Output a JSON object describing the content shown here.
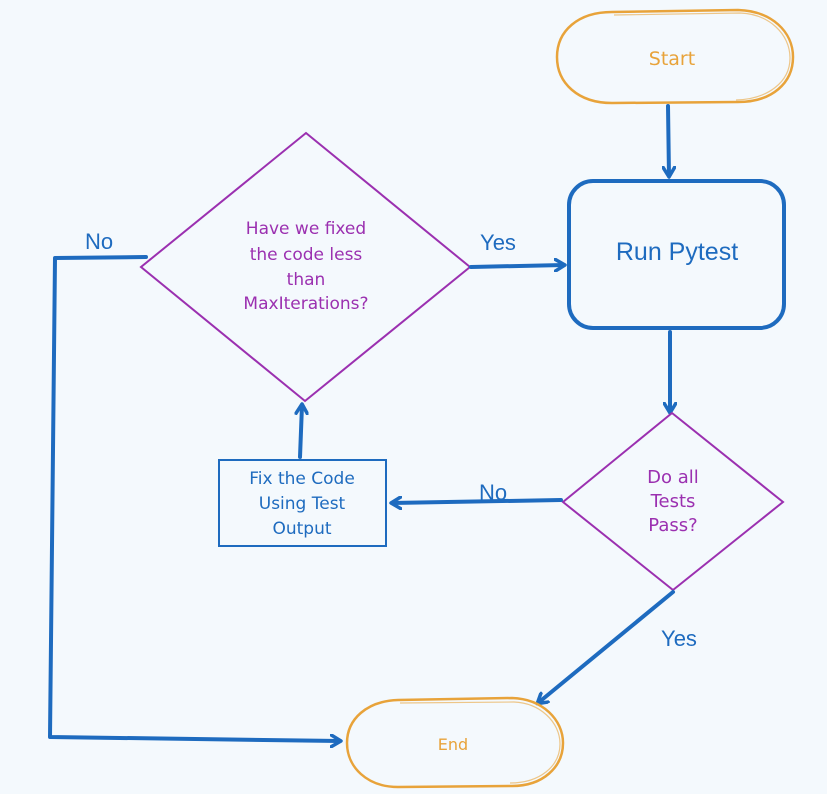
{
  "colors": {
    "background": "#f4f9fd",
    "blue": "#1e6bbf",
    "orange": "#e8a33a",
    "purple": "#9b30b0"
  },
  "nodes": {
    "start": "Start",
    "run_pytest": "Run Pytest",
    "tests_pass": [
      "Do all",
      "Tests",
      "Pass?"
    ],
    "fix_code": [
      "Fix the Code",
      "Using Test",
      "Output"
    ],
    "max_iter": [
      "Have we fixed",
      "the code less",
      "than",
      "MaxIterations?"
    ],
    "end": "End"
  },
  "edge_labels": {
    "tests_no": "No",
    "tests_yes": "Yes",
    "iter_yes": "Yes",
    "iter_no": "No"
  }
}
